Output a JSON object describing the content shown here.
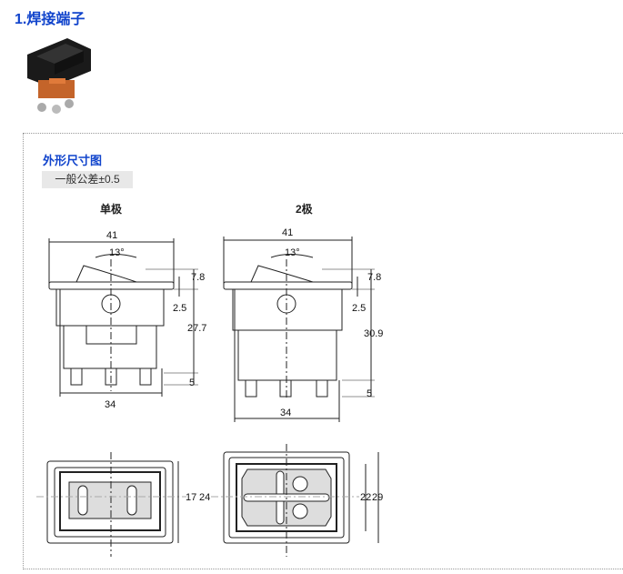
{
  "title": "1.焊接端子",
  "section": {
    "heading": "外形尺寸图",
    "tolerance": "一般公差±0.5"
  },
  "single_pole": {
    "label": "单极",
    "dims": {
      "width_top": "41",
      "angle": "13°",
      "rocker_h": "7.8",
      "flange": "2.5",
      "body_h": "27.7",
      "terminal": "5",
      "width_body": "34",
      "height_inner": "17",
      "height_outer": "24"
    }
  },
  "double_pole": {
    "label": "2极",
    "dims": {
      "width_top": "41",
      "angle": "13°",
      "rocker_h": "7.8",
      "flange": "2.5",
      "body_h": "30.9",
      "terminal": "5",
      "width_body": "34",
      "height_inner": "22",
      "height_outer": "29"
    }
  }
}
